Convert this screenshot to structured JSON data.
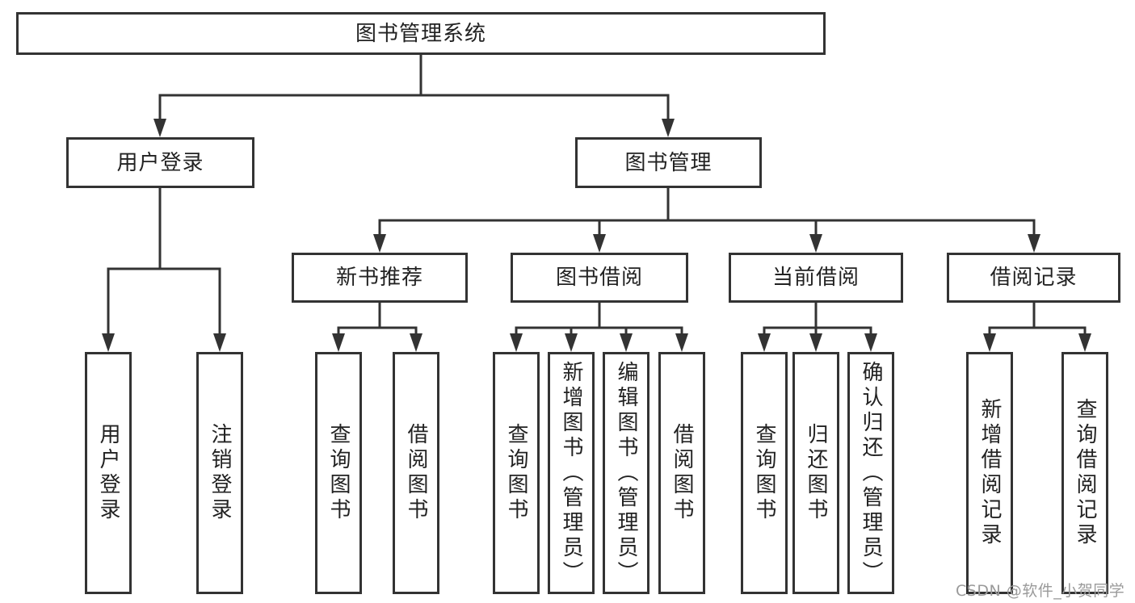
{
  "diagram_title": "图书管理系统",
  "tree": {
    "label": "图书管理系统",
    "children": [
      {
        "label": "用户登录",
        "children": [
          {
            "label": "用户登录"
          },
          {
            "label": "注销登录"
          }
        ]
      },
      {
        "label": "图书管理",
        "children": [
          {
            "label": "新书推荐",
            "children": [
              {
                "label": "查询图书"
              },
              {
                "label": "借阅图书"
              }
            ]
          },
          {
            "label": "图书借阅",
            "children": [
              {
                "label": "查询图书"
              },
              {
                "label": "新增图书（管理员）"
              },
              {
                "label": "编辑图书（管理员）"
              },
              {
                "label": "借阅图书"
              }
            ]
          },
          {
            "label": "当前借阅",
            "children": [
              {
                "label": "查询图书"
              },
              {
                "label": "归还图书"
              },
              {
                "label": "确认归还（管理员）"
              }
            ]
          },
          {
            "label": "借阅记录",
            "children": [
              {
                "label": "新增借阅记录"
              },
              {
                "label": "查询借阅记录"
              }
            ]
          }
        ]
      }
    ]
  },
  "watermark": {
    "text": "CSDN @软件_小贺同学"
  },
  "colors": {
    "line": "#333333",
    "box_border": "#333333",
    "text": "#222222",
    "background": "#ffffff",
    "watermark": "#9a9a9a"
  }
}
